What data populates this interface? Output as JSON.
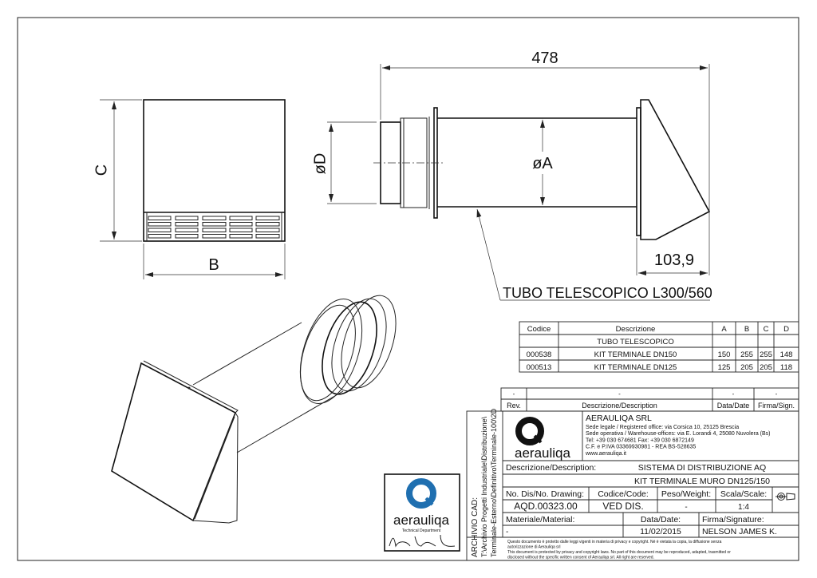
{
  "drawing": {
    "dims": {
      "overall_length": "478",
      "hood_depth": "103,9",
      "dia_d": "øD",
      "dia_a": "øA",
      "height": "C",
      "width": "B"
    },
    "leader_label": "TUBO TELESCOPICO L300/560"
  },
  "parts_table": {
    "headers": [
      "Codice",
      "Descrizione",
      "A",
      "B",
      "C",
      "D"
    ],
    "rows": [
      [
        "",
        "TUBO TELESCOPICO",
        "",
        "",
        "",
        ""
      ],
      [
        "000538",
        "KIT TERMINALE DN150",
        "150",
        "255",
        "255",
        "148"
      ],
      [
        "000513",
        "KIT TERMINALE DN125",
        "125",
        "205",
        "205",
        "118"
      ]
    ]
  },
  "revision_table": {
    "row": [
      "-",
      "-",
      "-",
      "-"
    ],
    "headers": [
      "Rev.",
      "Descrizione/Description",
      "Data/Date",
      "Firma/Sign."
    ]
  },
  "title_block": {
    "archive": [
      "ARCHIVIO CAD:",
      "T:\\Archivio Progetti Industriale\\Distribuzione\\",
      "Terminale-Esterno\\Definitivo\\Terminale-100\\2D"
    ],
    "logo_text": "aerauliqa",
    "company": {
      "name": "AERAULIQA SRL",
      "lines": [
        "Sede legale / Registered office: via Corsica 10, 25125 Brescia",
        "Sede operativa / Warehouse-offices: via E. Lorandi 4, 25080 Nuvolera (Bs)",
        "Tel: +39 030 674681 Fax: +39 030 6872149",
        "C.F. e P.IVA 03369930981 - REA BS-528635",
        "www.aerauliqa.it"
      ]
    },
    "description_label": "Descrizione/Description:",
    "description_1": "SISTEMA DI DISTRIBUZIONE AQ",
    "description_2": "KIT TERMINALE MURO DN125/150",
    "drawing_no_label": "No. Dis/No. Drawing:",
    "drawing_no": "AQD.00323.00",
    "code_label": "Codice/Code:",
    "code": "VED DIS.",
    "weight_label": "Peso/Weight:",
    "weight": "-",
    "scale_label": "Scala/Scale:",
    "scale": "1:4",
    "material_label": "Materiale/Material:",
    "material": "-",
    "date_label": "Data/Date:",
    "date": "11/02/2015",
    "signature_label": "Firma/Signature:",
    "signature": "NELSON JAMES K.",
    "disclaimer": [
      "Questo documento è protetto dalle leggi vigenti in materia di privacy e copyright. Né è vietata la copia, la diffusione senza",
      "autorizzazione di Aerauliqa srl",
      "This document is protected by privacy and copyright laws. No part of this document may be reproduced, adapted, trasmitted or",
      "disclosed without the specific written consent of Aerauliqa srl. All right are reserved."
    ]
  },
  "stamp": {
    "logo_text": "aerauliqa",
    "subtitle": "Technical Department"
  },
  "colors": {
    "logo_blue": "#1f6fb0",
    "line": "#222222"
  }
}
